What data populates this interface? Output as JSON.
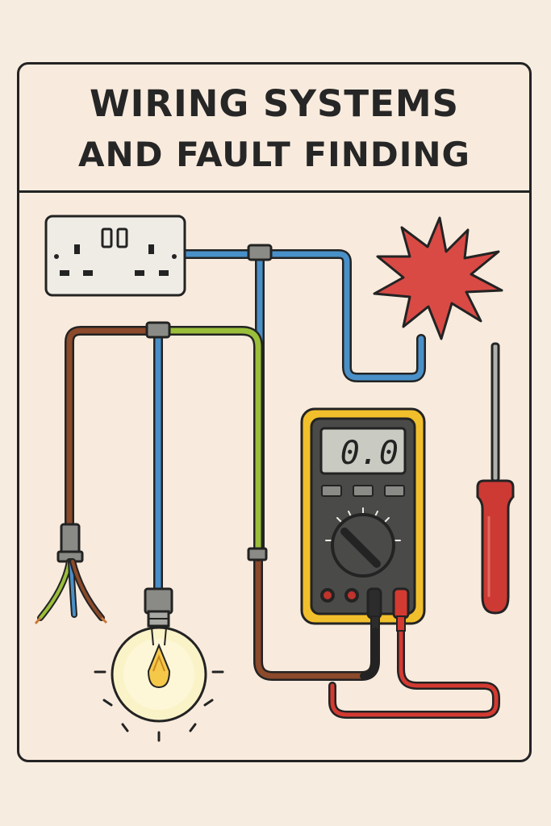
{
  "poster": {
    "title_line_1": "WIRING SYSTEMS",
    "title_line_2": "AND FAULT FINDING"
  },
  "multimeter": {
    "reading": "0.0"
  },
  "colors": {
    "background": "#f7ece0",
    "outline": "#232323",
    "wire_blue": "#4a90c8",
    "wire_brown": "#8b4a2b",
    "wire_green_yellow": "#9bbf3a",
    "wire_red": "#d33a32",
    "spark_red": "#d94a45",
    "meter_yellow": "#f2bf2c",
    "meter_body": "#4a4a48",
    "meter_screen": "#c9cbc2",
    "screwdriver_red": "#cc3a33",
    "bulb_glow": "#fbf3c8"
  },
  "icons": [
    "socket-outlet-icon",
    "spark-icon",
    "multimeter-icon",
    "screwdriver-icon",
    "light-bulb-icon",
    "stripped-cable-icon"
  ]
}
